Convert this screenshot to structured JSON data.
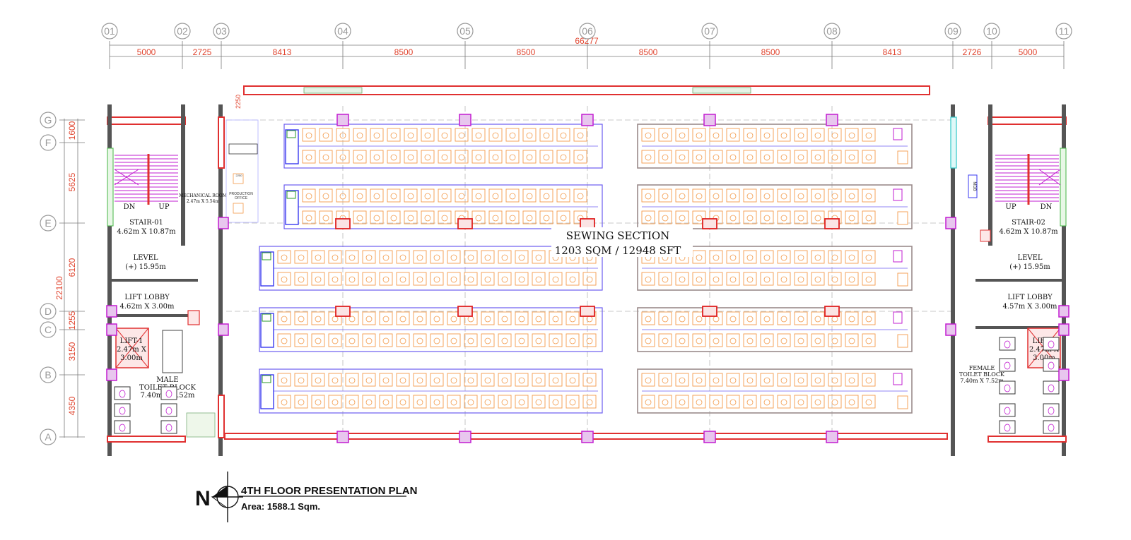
{
  "drawing": {
    "title": "4TH FLOOR PRESENTATION PLAN",
    "area": "Area: 1588.1 Sqm.",
    "north": "N"
  },
  "grid": {
    "columns": [
      "01",
      "02",
      "03",
      "04",
      "05",
      "06",
      "07",
      "08",
      "09",
      "10",
      "11"
    ],
    "rows": [
      "G",
      "F",
      "E",
      "D",
      "C",
      "B",
      "A"
    ],
    "column_dims": [
      "5000",
      "2725",
      "8413",
      "8500",
      "8500",
      "8500",
      "8500",
      "8413",
      "2726",
      "5000"
    ],
    "overall_width": "66277",
    "row_dims": [
      "1600",
      "5625",
      "6120",
      "1255",
      "3150",
      "4350"
    ],
    "overall_depth": "22100",
    "small_dim": "2250"
  },
  "rooms": {
    "sewing_title": "SEWING SECTION",
    "sewing_area": "1203 SQM / 12948 SFT",
    "stair1_name": "STAIR-01",
    "stair1_size": "4.62m X 10.87m",
    "stair2_name": "STAIR-02",
    "stair2_size": "4.62m X 10.87m",
    "level_left_1": "LEVEL",
    "level_left_2": "(+) 15.95m",
    "level_right_1": "LEVEL",
    "level_right_2": "(+) 15.95m",
    "lobby_left_1": "LIFT LOBBY",
    "lobby_left_2": "4.62m X 3.00m",
    "lobby_right_1": "LIFT LOBBY",
    "lobby_right_2": "4.57m X 3.00m",
    "lift1_1": "LIFT-1",
    "lift1_2": "2.47m X",
    "lift1_3": "3.00m",
    "lift2_1": "LIFT-2",
    "lift2_2": "2.47m X",
    "lift2_3": "3.00m",
    "male_1": "MALE",
    "male_2": "TOILET BLOCK",
    "male_3": "7.40m X 7.52m",
    "female_1": "FEMALE",
    "female_2": "TOILET BLOCK",
    "female_3": "7.40m X 7.52m",
    "mech_1": "MECHANICAL ROOM",
    "mech_2": "2.47m X 5.54m",
    "prod_1": "PRODUCTION",
    "prod_2": "OFFICE",
    "dn_left": "DN",
    "up_left": "UP",
    "up_right": "UP",
    "dn_right": "DN",
    "mdb": "MDB"
  },
  "colors": {
    "dimension": "#e0452f",
    "wall": "#e03030",
    "column": "#c21dd0",
    "sewing_line": "#6b5cf0",
    "machine": "#f39a4a"
  }
}
